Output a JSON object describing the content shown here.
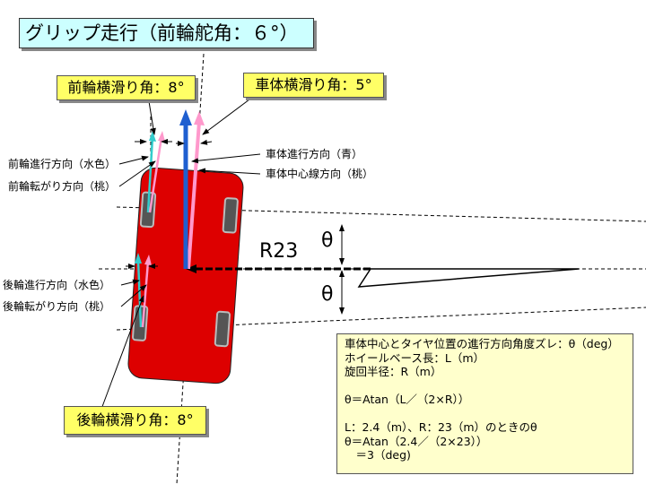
{
  "title": "グリップ走行（前輪舵角：６°）",
  "callouts": {
    "front_slip": "前輪横滑り角：8°",
    "body_slip": "車体横滑り角：5°",
    "rear_slip": "後輪横滑り角：8°"
  },
  "labels": {
    "front_travel": "前輪進行方向（水色）",
    "front_roll": "前輪転がり方向（桃）",
    "body_travel": "車体進行方向（青）",
    "body_centerline": "車体中心線方向（桃）",
    "rear_travel": "後輪進行方向（水色）",
    "rear_roll": "後輪転がり方向（桃）",
    "radius": "R23",
    "theta_top": "θ",
    "theta_bottom": "θ"
  },
  "info_lines": [
    "車体中心とタイヤ位置の進行方向角度ズレ：θ（deg）",
    "ホイールベース長：L（m）",
    "旋回半径：R（m）",
    "",
    "θ＝Atan（L／（2×R））",
    "",
    "L：2.4（m）、R：23（m）のときのθ",
    "θ＝Atan（2.4／（2×23））",
    "　＝3（deg)"
  ],
  "colors": {
    "title_bg": "#ccffff",
    "callout_bg": "#ffff66",
    "info_bg": "#ffffcc",
    "car_body": "#dd0000",
    "body_arrow": "#1f5fd0",
    "pink_arrow": "#ff99cc",
    "cyan_arrow": "#33cccc"
  }
}
